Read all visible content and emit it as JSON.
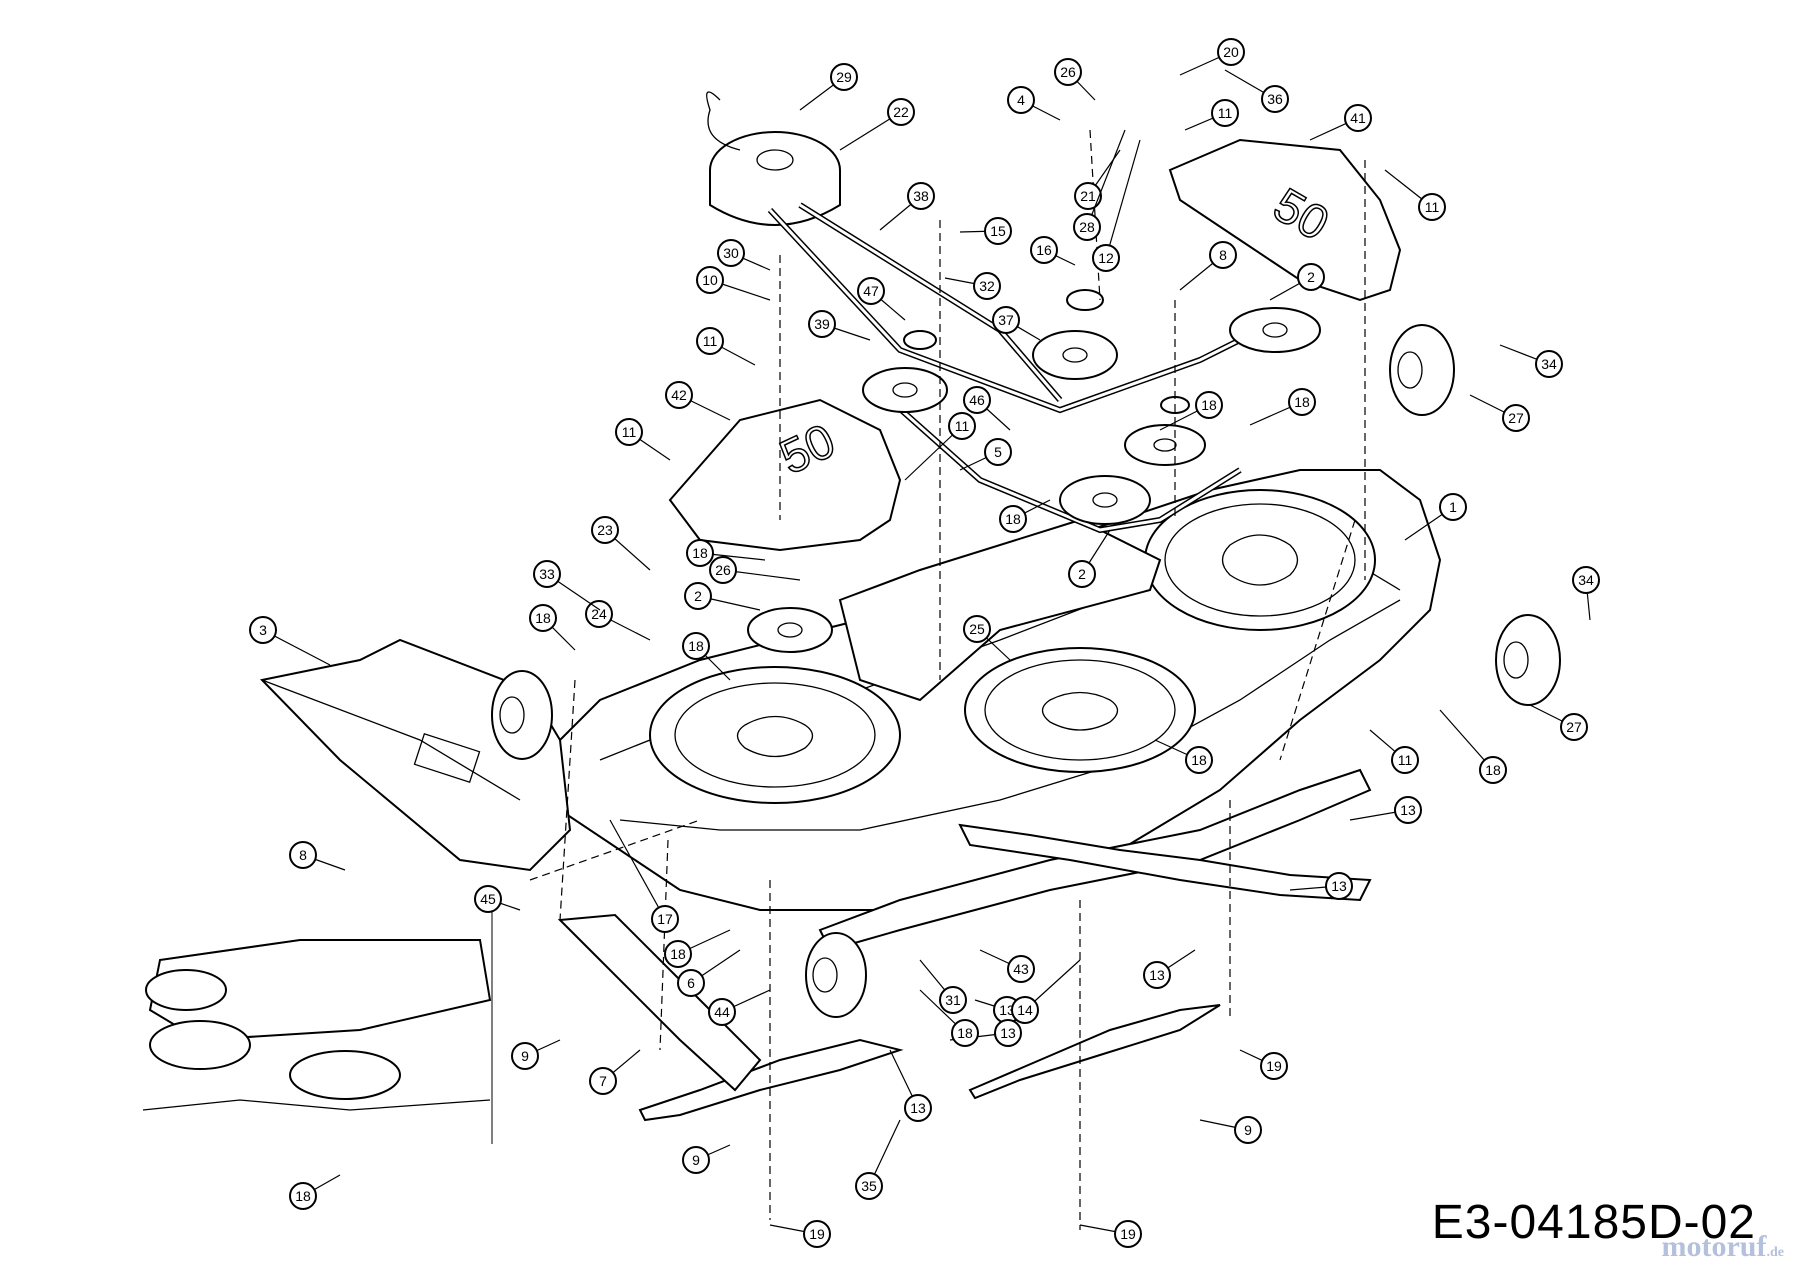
{
  "drawing_number": "E3-04185D-02",
  "watermark": {
    "brand": "motoruf",
    "tld": ".de"
  },
  "callouts": [
    "1",
    "2",
    "2",
    "2",
    "3",
    "4",
    "5",
    "6",
    "7",
    "8",
    "8",
    "9",
    "9",
    "9",
    "10",
    "11",
    "11",
    "11",
    "11",
    "11",
    "11",
    "12",
    "13",
    "13",
    "13",
    "13",
    "13",
    "13",
    "14",
    "15",
    "16",
    "17",
    "18",
    "18",
    "18",
    "18",
    "18",
    "18",
    "18",
    "18",
    "18",
    "18",
    "18",
    "19",
    "19",
    "19",
    "20",
    "21",
    "22",
    "23",
    "24",
    "25",
    "26",
    "26",
    "27",
    "27",
    "28",
    "29",
    "30",
    "31",
    "32",
    "33",
    "34",
    "34",
    "35",
    "36",
    "37",
    "38",
    "39",
    "41",
    "42",
    "43",
    "44",
    "45",
    "46",
    "47"
  ]
}
